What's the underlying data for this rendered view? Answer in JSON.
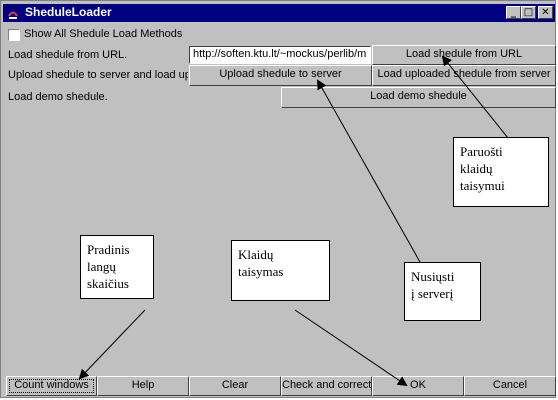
{
  "window": {
    "title": "SheduleLoader",
    "minimize_glyph": "_",
    "maximize_glyph": "□",
    "close_glyph": "✕"
  },
  "options": {
    "show_all_label": "Show All Shedule Load Methods"
  },
  "rows": {
    "url_label": "Load shedule from URL.",
    "url_value": "http://soften.ktu.lt/~mockus/perlib/m",
    "url_button": "Load shedule from URL",
    "upload_label": "Upload shedule to server and load uplo",
    "upload_button": "Upload shedule to server",
    "load_uploaded_button": "Load uploaded shedule from server",
    "demo_label": "Load demo shedule.",
    "demo_button": "Load demo shedule"
  },
  "bottom_buttons": {
    "count_windows": "Count windows",
    "help": "Help",
    "clear": "Clear",
    "check_correct": "Check and correct",
    "ok": "OK",
    "cancel": "Cancel"
  },
  "callouts": {
    "paruosti": "Paruošti\nklaidų\ntaisymui",
    "pradinis": "Pradinis\nlangų\nskaičius",
    "klaidu": "Klaidų\ntaisymas",
    "nusiusti": "Nusiųsti\nį serverį"
  }
}
